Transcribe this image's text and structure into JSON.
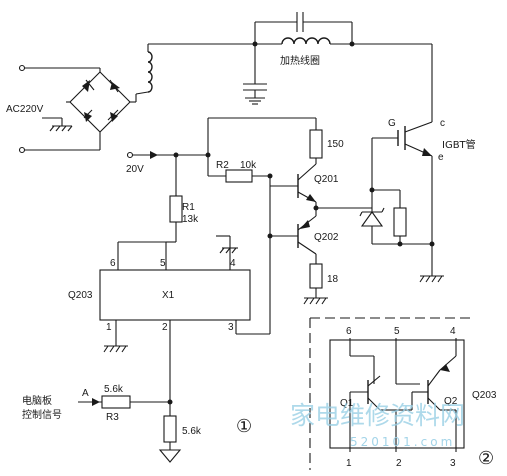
{
  "power": {
    "ac_input": "AC220V",
    "dc_supply": "20V"
  },
  "coil": {
    "label": "加热线圈"
  },
  "resistors": {
    "r_top": "150",
    "r_bottom": "18",
    "r2_name": "R2",
    "r2_value": "10k",
    "r1_name": "R1",
    "r1_value": "13k",
    "r3_name": "R3",
    "r3_value": "5.6k",
    "r_pulldown": "5.6k"
  },
  "transistors": {
    "upper": "Q201",
    "lower": "Q202"
  },
  "igbt": {
    "gate": "G",
    "collector": "c",
    "emitter": "e",
    "label": "IGBT管"
  },
  "ic": {
    "ref": "Q203",
    "body": "X1",
    "pins_top": [
      "6",
      "5",
      "4"
    ],
    "pins_bottom": [
      "1",
      "2",
      "3"
    ]
  },
  "input_signal": {
    "line1": "电脑板",
    "line2": "控制信号",
    "node": "A"
  },
  "internal": {
    "ref": "Q203",
    "q1": "Q1",
    "q2": "Q2",
    "pins_top": [
      "6",
      "5",
      "4"
    ],
    "pins_bottom": [
      "1",
      "2",
      "3"
    ]
  },
  "figure_marks": {
    "left": "①",
    "right": "②"
  },
  "watermark": {
    "text": "家电维修资料网",
    "url": "520101.com"
  }
}
